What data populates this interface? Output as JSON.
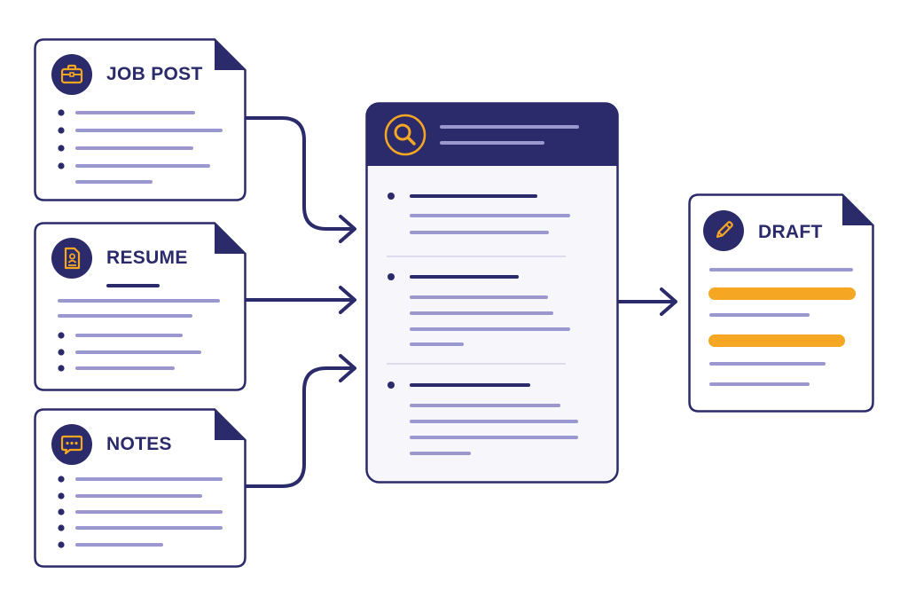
{
  "colors": {
    "navy": "#2b2a6a",
    "line": "#9a98cf",
    "accent": "#f5a623",
    "panel_bg": "#f6f6fb",
    "card_bg": "#ffffff"
  },
  "inputs": [
    {
      "id": "job_post",
      "title": "JOB POST",
      "icon": "briefcase-icon"
    },
    {
      "id": "resume",
      "title": "RESUME",
      "icon": "resume-document-icon"
    },
    {
      "id": "notes",
      "title": "NOTES",
      "icon": "chat-bubble-icon"
    }
  ],
  "processor": {
    "icon": "magnifier-icon"
  },
  "output": {
    "title": "DRAFT",
    "icon": "pencil-icon"
  }
}
